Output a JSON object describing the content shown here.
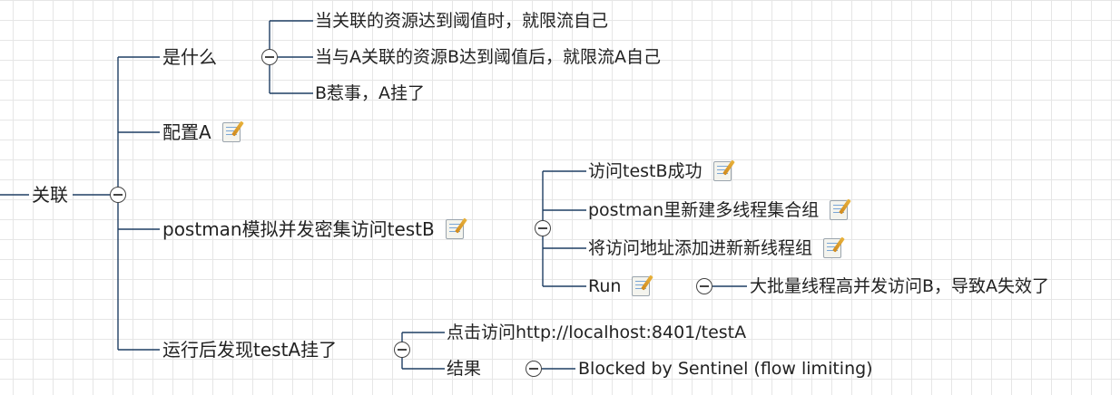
{
  "root": {
    "label": "关联"
  },
  "branches": [
    {
      "label": "是什么",
      "children": [
        "当关联的资源达到阈值时，就限流自己",
        "当与A关联的资源B达到阈值后，就限流A自己",
        "B惹事，A挂了"
      ]
    },
    {
      "label": "配置A",
      "has_note": true
    },
    {
      "label": "postman模拟并发密集访问testB",
      "has_note": true,
      "children": [
        "访问testB成功",
        "postman里新建多线程集合组",
        "将访问地址添加进新新线程组",
        "Run"
      ],
      "run_result": "大批量线程高并发访问B，导致A失效了"
    },
    {
      "label": "运行后发现testA挂了",
      "children": [
        "点击访问http://localhost:8401/testA",
        "结果"
      ],
      "result_value": "Blocked by Sentinel (flow limiting)"
    }
  ],
  "icons": {
    "note": "note-icon",
    "collapse": "collapse-toggle-icon"
  },
  "colors": {
    "line": "#1f3e63",
    "grid": "#e6e6e6",
    "text": "#222222"
  }
}
